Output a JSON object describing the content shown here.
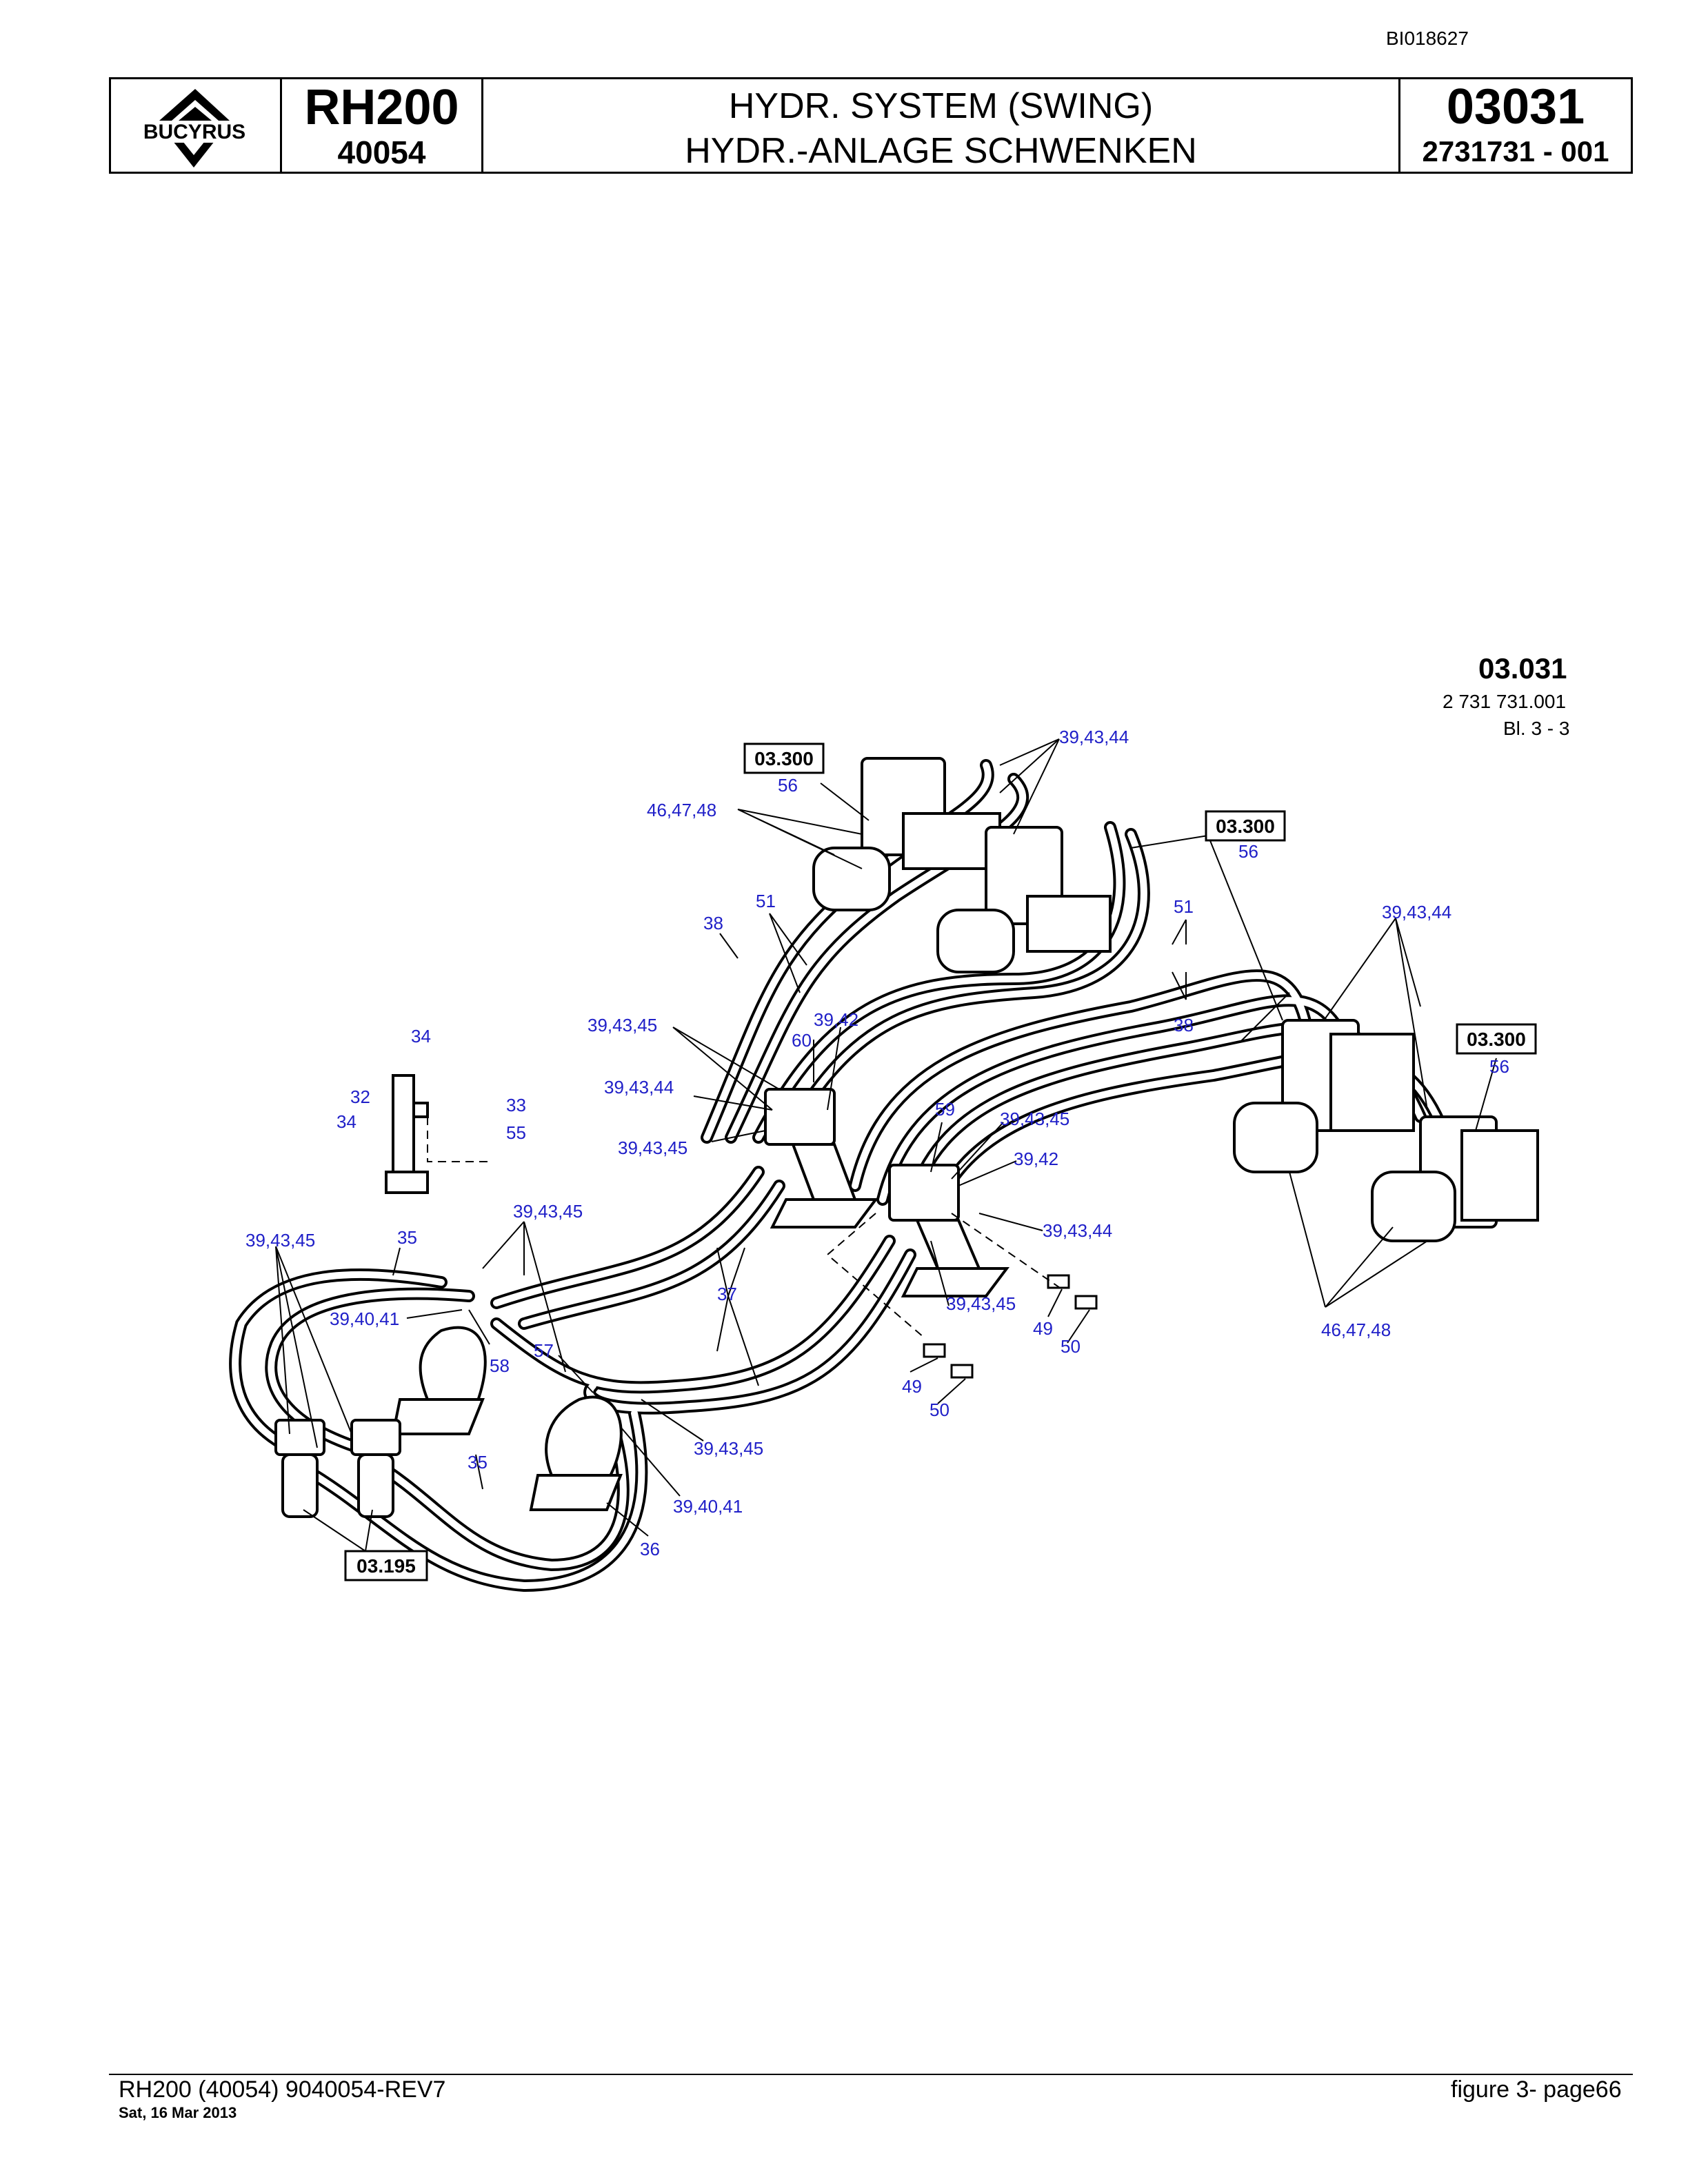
{
  "document_id": "BI018627",
  "header": {
    "brand": "BUCYRUS",
    "model": "RH200",
    "serial": "40054",
    "title_en": "HYDR. SYSTEM (SWING)",
    "title_de": "HYDR.-ANLAGE SCHWENKEN",
    "group_number": "03031",
    "part_number": "2731731  - 001"
  },
  "diagram": {
    "ref_number": "03.031",
    "ref_part": "2 731 731.001",
    "sheet": "Bl. 3 - 3",
    "boxed_refs": [
      "03.300",
      "03.300",
      "03.300",
      "03.195"
    ],
    "callouts": {
      "c_39_43_44_top": "39,43,44",
      "c_56_a": "56",
      "c_46_47_48_a": "46,47,48",
      "c_56_b": "56",
      "c_51_a": "51",
      "c_38_a": "38",
      "c_51_b": "51",
      "c_39_43_44_right": "39,43,44",
      "c_38_b": "38",
      "c_39_42_a": "39,42",
      "c_60": "60",
      "c_39_43_45_a": "39,43,45",
      "c_34_a": "34",
      "c_39_43_44_mid": "39,43,44",
      "c_56_c": "56",
      "c_32": "32",
      "c_33": "33",
      "c_34_b": "34",
      "c_55": "55",
      "c_39_43_45_b": "39,43,45",
      "c_59": "59",
      "c_39_43_45_c": "39,43,45",
      "c_39_42_b": "39,42",
      "c_39_43_45_d": "39,43,45",
      "c_39_43_44_low": "39,43,44",
      "c_39_43_45_e": "39,43,45",
      "c_35_a": "35",
      "c_37": "37",
      "c_39_43_45_f": "39,43,45",
      "c_39_40_41_a": "39,40,41",
      "c_49_a": "49",
      "c_50_a": "50",
      "c_46_47_48_b": "46,47,48",
      "c_58": "58",
      "c_57": "57",
      "c_49_b": "49",
      "c_50_b": "50",
      "c_39_43_45_g": "39,43,45",
      "c_35_b": "35",
      "c_39_40_41_b": "39,40,41",
      "c_36": "36"
    }
  },
  "footer": {
    "left": "RH200 (40054) 9040054-REV7",
    "date": "Sat, 16 Mar 2013",
    "right": "figure  3- page66"
  }
}
